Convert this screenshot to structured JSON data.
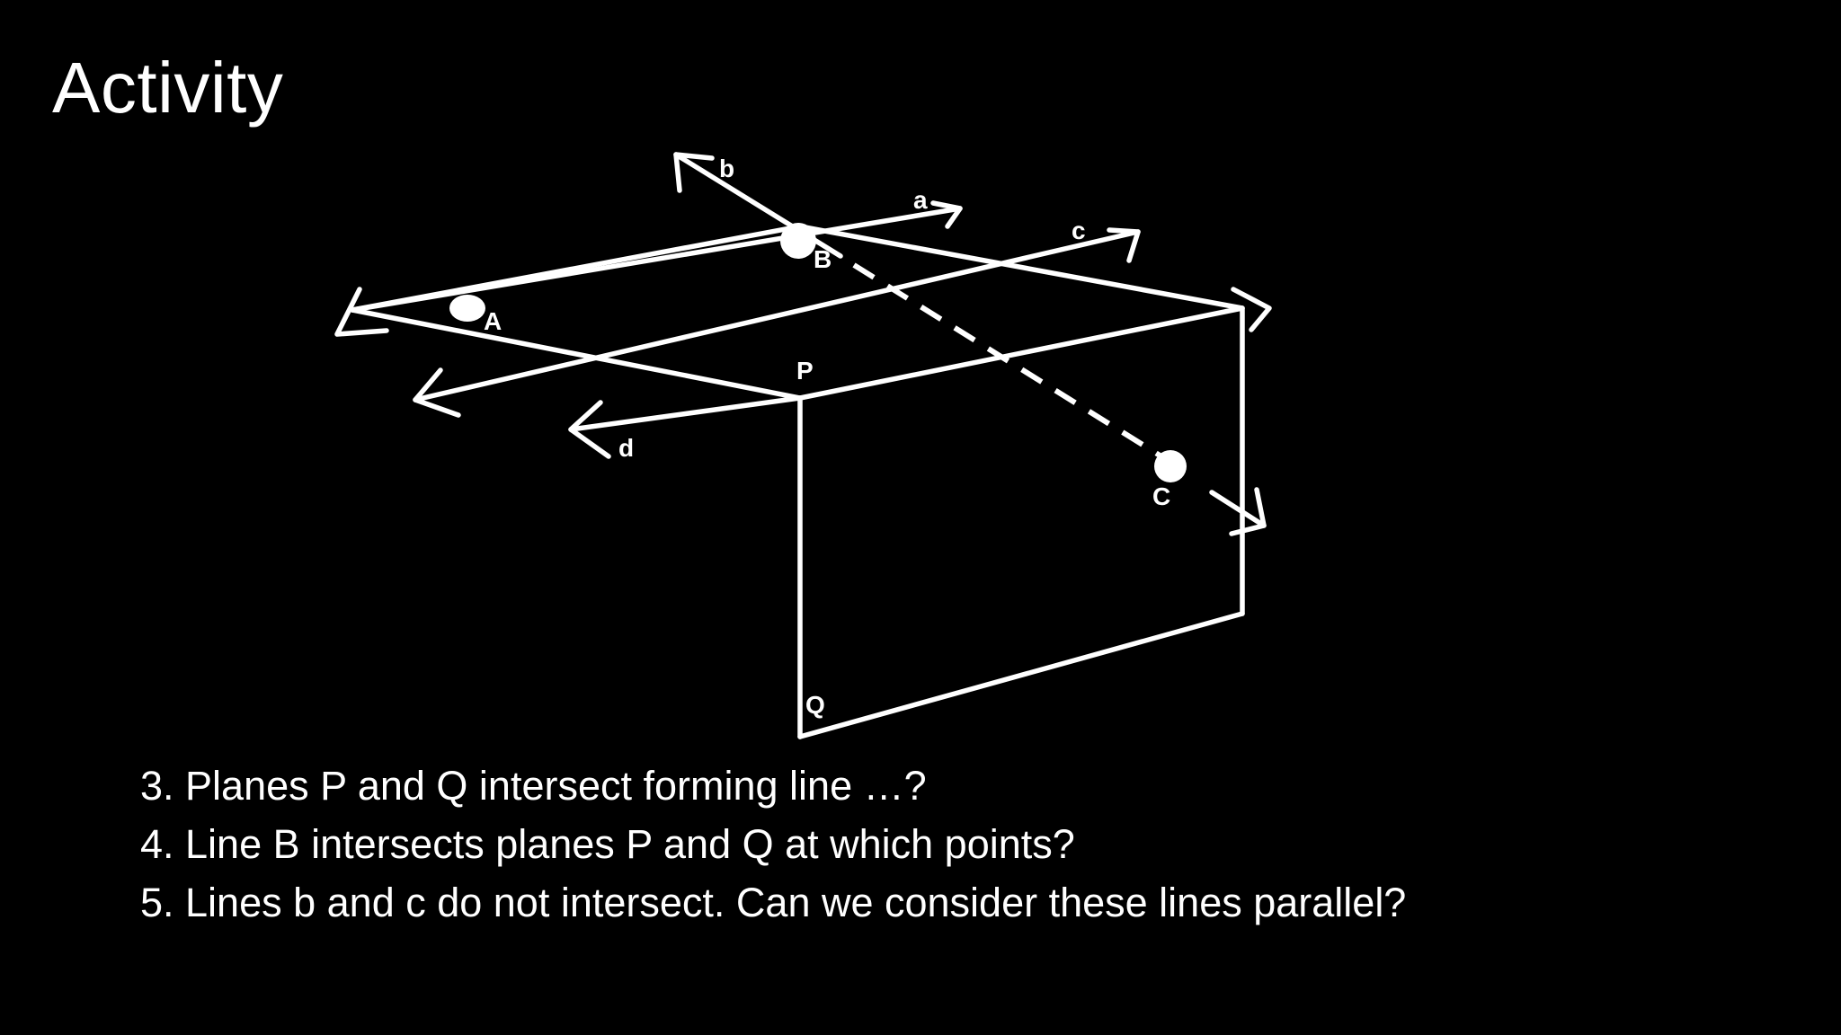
{
  "slide": {
    "title": "Activity"
  },
  "diagram": {
    "planes": [
      "P",
      "Q"
    ],
    "line_labels": {
      "a": "a",
      "b": "b",
      "c": "c",
      "d": "d"
    },
    "point_labels": {
      "A": "A",
      "B": "B",
      "C": "C"
    }
  },
  "questions": [
    "3. Planes P and Q intersect forming line …?",
    "4. Line B intersects planes P and Q at which points?",
    "5. Lines b and c do not intersect. Can we consider these lines parallel?"
  ]
}
